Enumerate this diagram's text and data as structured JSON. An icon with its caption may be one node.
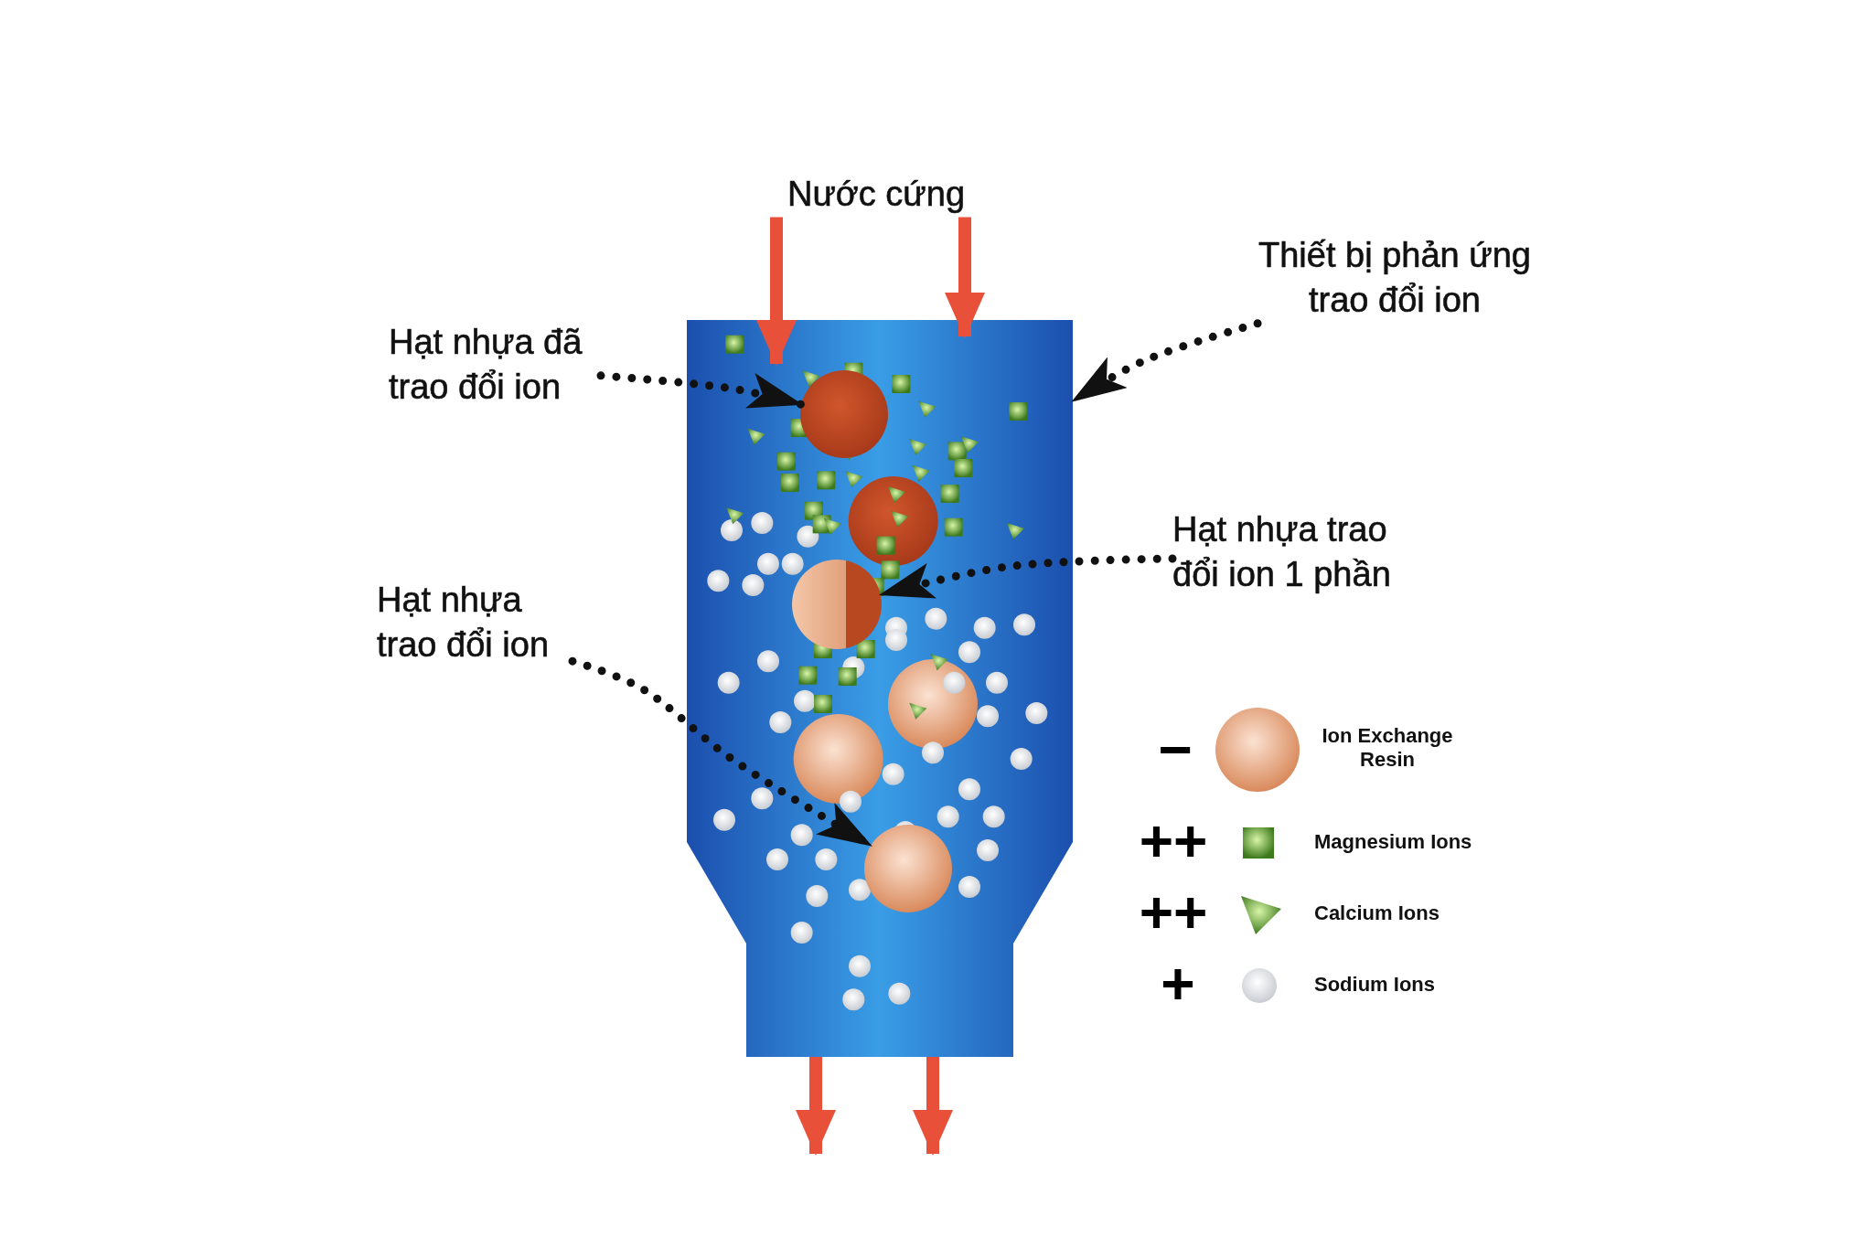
{
  "diagram": {
    "nodes": [
      {
        "text": [
          "Nước cứng"
        ]
      },
      {
        "text": [],
        "shape": "box"
      },
      {
        "text": [
          "Thiết bị phản ứng trao đổi ion"
        ]
      },
      {
        "text": [
          "Hạt nhựa đã trao đổi ion"
        ]
      },
      {
        "text": [],
        "shape": "circle",
        "in": 1
      },
      {
        "text": [
          "Hạt nhựa trao đổi ion 1 phần"
        ]
      },
      {
        "text": [],
        "shape": "circle",
        "in": 1
      },
      {
        "text": [
          "Hạt nhựa trao đổi ion"
        ]
      },
      {
        "text": [],
        "shape": "circle",
        "in": 1
      }
    ],
    "edges": [
      {
        "from": 0,
        "to": 1,
        "arrow": "to",
        "color": "#e8503a"
      },
      {
        "from": 0,
        "to": 1,
        "arrow": "to",
        "color": "#e8503a"
      },
      {
        "from": 2,
        "to": 1,
        "arrow": "to",
        "style": "dashed",
        "color": "#111111"
      },
      {
        "from": 3,
        "to": 4,
        "arrow": "to",
        "style": "dashed",
        "color": "#111111"
      },
      {
        "from": 5,
        "to": 6,
        "arrow": "to",
        "style": "dashed",
        "color": "#111111"
      },
      {
        "from": 7,
        "to": 8,
        "arrow": "to",
        "style": "dashed",
        "color": "#111111"
      },
      {
        "from": 1,
        "to": null,
        "arrow": "to",
        "color": "#e8503a"
      },
      {
        "from": 1,
        "to": null,
        "arrow": "to",
        "color": "#e8503a"
      }
    ],
    "labels": [
      "−",
      "++",
      "++",
      "+"
    ],
    "legend": [
      {
        "text": "Ion Exchange Resin"
      },
      {
        "text": "Magnesium Ions"
      },
      {
        "text": "Calcium Ions"
      },
      {
        "text": "Sodium Ions"
      }
    ]
  }
}
